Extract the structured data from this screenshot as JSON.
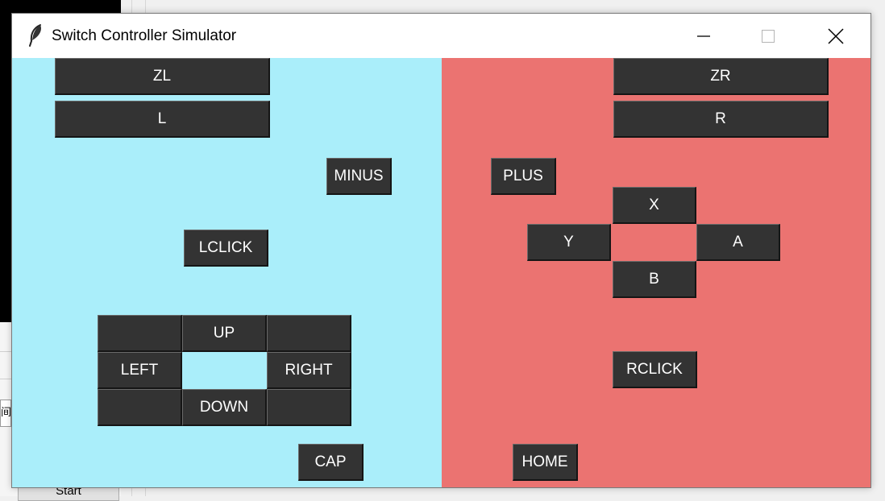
{
  "window": {
    "title": "Switch Controller Simulator"
  },
  "background": {
    "start_label": "Start",
    "field_fragment": "间"
  },
  "colors": {
    "left_pane": "#aaeefa",
    "right_pane": "#eb7371",
    "button_bg": "#333333",
    "button_text": "#ffffff"
  },
  "left": {
    "zl": "ZL",
    "l": "L",
    "minus": "MINUS",
    "lclick": "LCLICK",
    "dpad": {
      "up": "UP",
      "left": "LEFT",
      "right": "RIGHT",
      "down": "DOWN",
      "top_left": "",
      "top_right": "",
      "bottom_left": "",
      "bottom_right": ""
    },
    "cap": "CAP"
  },
  "right": {
    "zr": "ZR",
    "r": "R",
    "plus": "PLUS",
    "x": "X",
    "y": "Y",
    "a": "A",
    "b": "B",
    "rclick": "RCLICK",
    "home": "HOME"
  }
}
